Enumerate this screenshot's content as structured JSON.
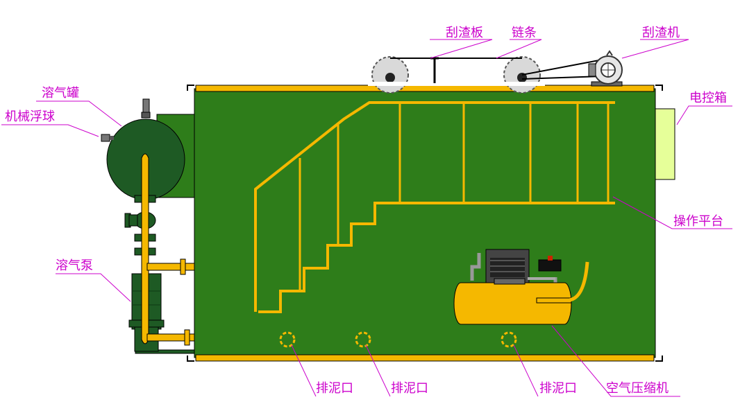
{
  "labels": {
    "scraper_plate": "刮渣板",
    "chain": "链条",
    "scraper_machine": "刮渣机",
    "dissolved_air_tank": "溶气罐",
    "mechanical_float": "机械浮球",
    "control_box": "电控箱",
    "operating_platform": "操作平台",
    "dissolved_air_pump": "溶气泵",
    "sludge_outlet_1": "排泥口",
    "sludge_outlet_2": "排泥口",
    "sludge_outlet_3": "排泥口",
    "air_compressor": "空气压缩机"
  },
  "colors": {
    "tank_body": "#2e7d1a",
    "frame": "#f5b800",
    "tank_vessel": "#1e5a24",
    "control_box": "#e6ff99",
    "label": "#cc00cc",
    "gear": "#d9d9d9"
  }
}
